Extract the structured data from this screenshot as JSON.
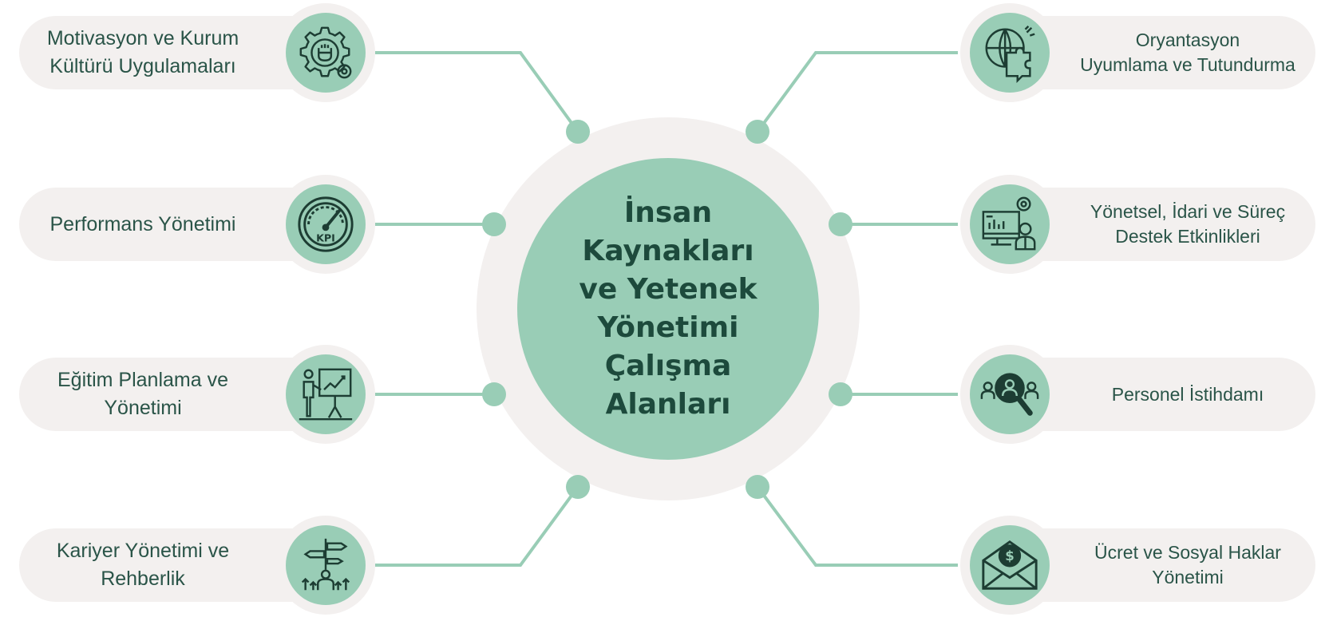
{
  "center": {
    "title": "İnsan\nKaynakları\nve Yetenek\nYönetimi\nÇalışma\nAlanları"
  },
  "left_items": [
    {
      "label": "Motivasyon ve Kurum\nKültürü Uygulamaları",
      "icon": "gear-fist-icon"
    },
    {
      "label": "Performans Yönetimi",
      "icon": "kpi-gauge-icon"
    },
    {
      "label": "Eğitim Planlama ve\nYönetimi",
      "icon": "presentation-board-icon"
    },
    {
      "label": "Kariyer Yönetimi ve\nRehberlik",
      "icon": "career-signpost-icon"
    }
  ],
  "right_items": [
    {
      "label": "Oryantasyon\nUyumlama ve Tutundurma",
      "icon": "puzzle-globe-icon"
    },
    {
      "label": "Yönetsel, İdari ve Süreç\nDestek Etkinlikleri",
      "icon": "admin-computer-icon"
    },
    {
      "label": "Personel İstihdamı",
      "icon": "recruitment-search-icon"
    },
    {
      "label": "Ücret ve Sosyal Haklar\nYönetimi",
      "icon": "salary-envelope-icon"
    }
  ],
  "colors": {
    "accent": "#99cdb6",
    "connector": "#99cdb6",
    "pill_bg": "#f3f0ef",
    "text": "#2a5448",
    "icon_stroke": "#1d3d33"
  }
}
